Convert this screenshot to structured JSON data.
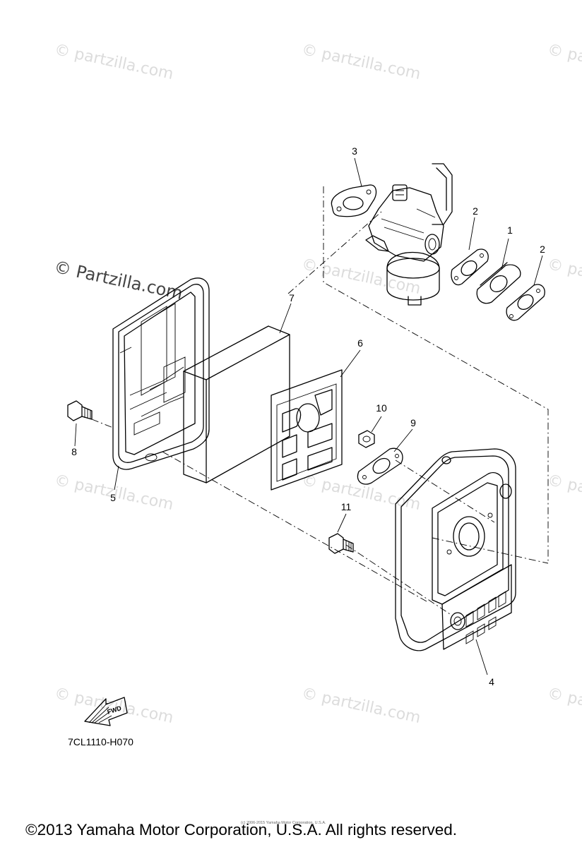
{
  "watermarks": {
    "text": "© partzilla.com",
    "prominent_text": "© Partzilla.com"
  },
  "callouts": [
    "1",
    "2",
    "2",
    "3",
    "4",
    "5",
    "6",
    "7",
    "8",
    "9",
    "10",
    "11"
  ],
  "fwd_label": "FWD",
  "diagram_code": "7CL1110-H070",
  "small_print": "(c) 2006-2015 Yamaha Motor Corporation, U.S.A.",
  "copyright": "©2013 Yamaha Motor Corporation, U.S.A. All rights reserved.",
  "colors": {
    "line": "#000000",
    "watermark": "#dcdcdc",
    "background": "#ffffff"
  }
}
